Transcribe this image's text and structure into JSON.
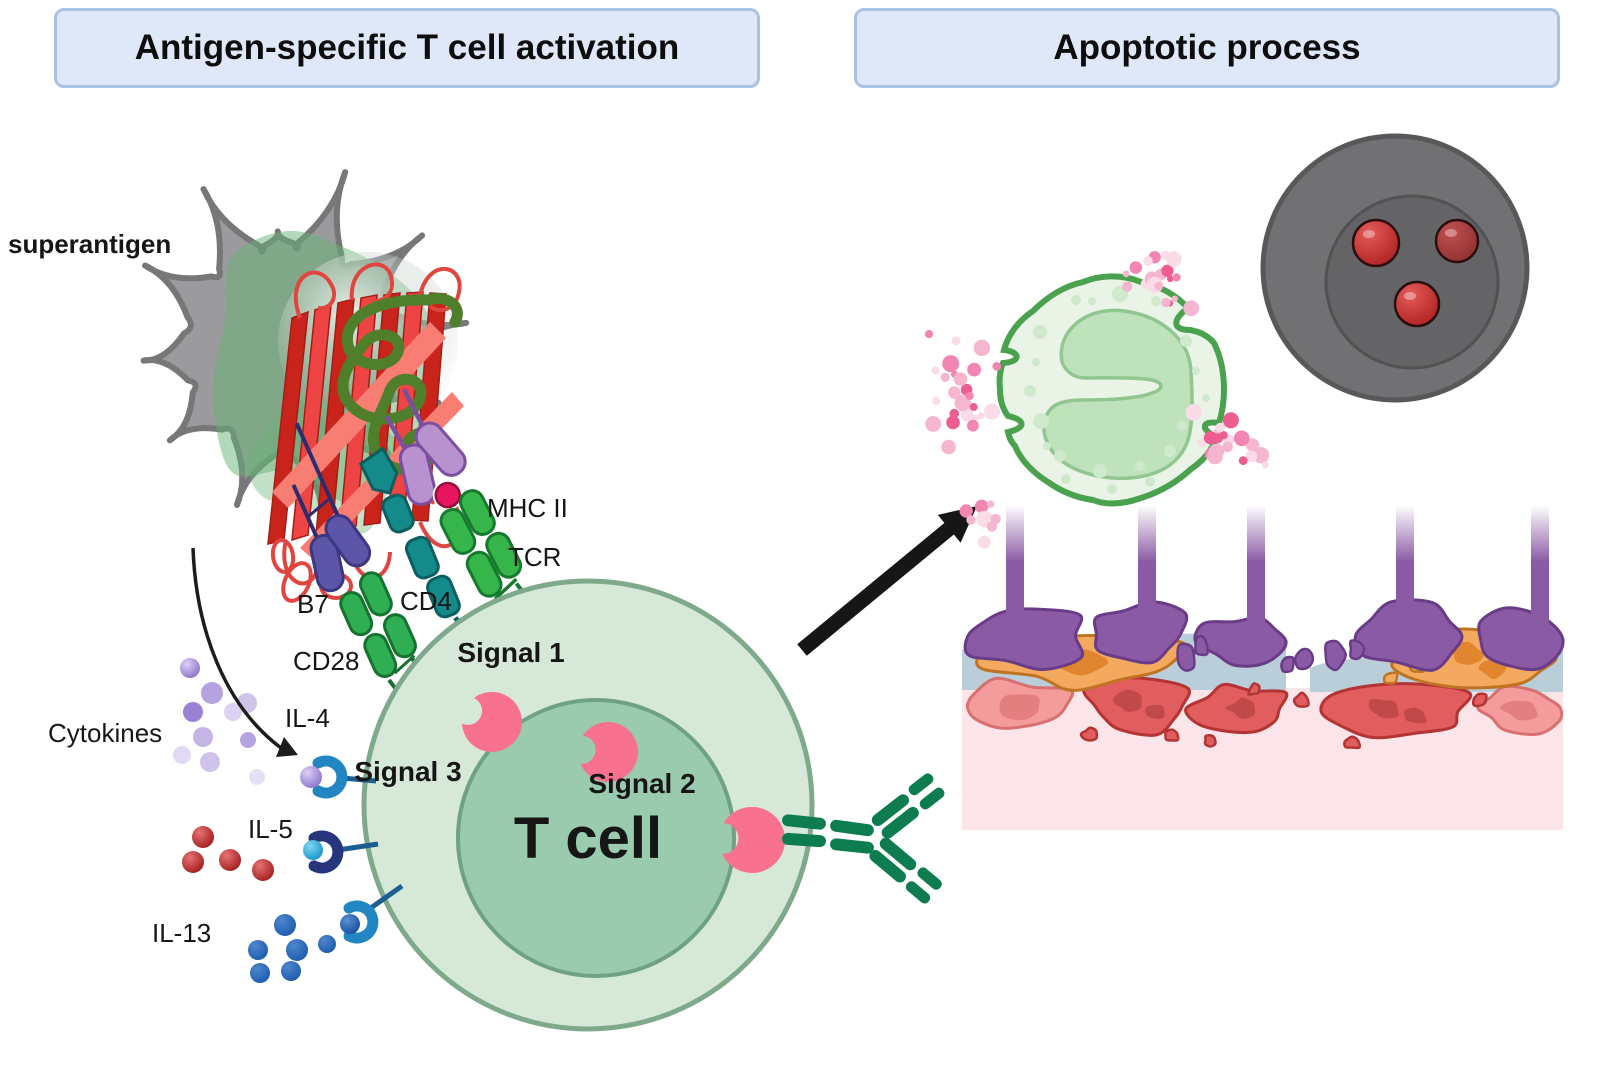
{
  "panels": {
    "activation": {
      "title": "Antigen-specific T cell activation"
    },
    "apoptotic": {
      "title": "Apoptotic process"
    }
  },
  "labels": {
    "superantigen": "superantigen",
    "mhc2": "MHC II",
    "tcr": "TCR",
    "b7": "B7",
    "cd4": "CD4",
    "cd28": "CD28",
    "signal1": "Signal 1",
    "signal2": "Signal 2",
    "signal3": "Signal 3",
    "cytokines": "Cytokines",
    "il4": "IL-4",
    "il5": "IL-5",
    "il13": "IL-13",
    "tcell": "T cell"
  },
  "colors": {
    "panel_box_bg": "#dfe8f8",
    "panel_box_border": "#a9c2e4",
    "dendritic_gray": "#9b9b9d",
    "dendritic_outline": "#77777a",
    "superantigen_red": "#e8423c",
    "superantigen_green": "#507f2b",
    "glow_green": "#66b374",
    "tcell_fill": "#d6e8d8",
    "tcell_border": "#7fa98b",
    "tcell_nucleus": "#9acbaf",
    "tcell_nucleus_border": "#6fa284",
    "receptor_pink": "#f8718e",
    "antibody_green": "#0d7d4f",
    "il4_dot": "#a98fd8",
    "il5_dot": "#b71c1c",
    "il13_dot": "#1a5fb4",
    "apoptotic_border": "#4aa14e",
    "apoptotic_fill": "#e9f4e7",
    "apoptotic_nucleus": "#bee3bb",
    "granule_pink": "#ee5d92",
    "phagocyte_gray": "#717173",
    "phagocyte_inner": "#646466",
    "ingested_red": "#c22b2b",
    "epithelium_purple": "#8a5aa5",
    "epithelium_outline": "#6a3c87",
    "tissue_blue": "#b9ced9",
    "tissue_orange": "#f3a95e",
    "tissue_orange_outline": "#c07322",
    "tissue_red": "#e25d5d",
    "tissue_red_outline": "#b23434",
    "tissue_red_light": "#f49c9c",
    "tissue_base_pink": "#fbe5e9"
  }
}
